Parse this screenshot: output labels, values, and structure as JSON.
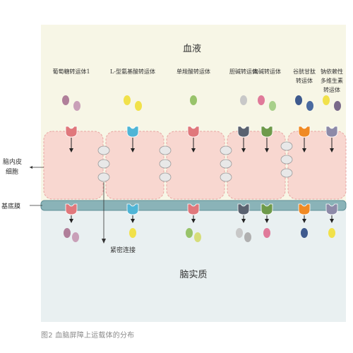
{
  "regions": {
    "blood": "血液",
    "brain": "脑实质"
  },
  "side_labels": {
    "endothelial_line1": "脑内皮",
    "endothelial_line2": "细胞",
    "basement": "基底膜"
  },
  "tight_junction": "紧密连接",
  "caption": "图2 血脑屏障上运载体的分布",
  "transporters": [
    {
      "lines": [
        "葡萄糖转运体1"
      ],
      "color": "#e0787c",
      "top_dots": [
        "#b07f9a",
        "#c9a0b8"
      ],
      "bottom_dots": [
        "#b07f9a",
        "#c9a0b8"
      ]
    },
    {
      "lines": [
        "L-型氨基酸转运体"
      ],
      "color": "#4fb5d6",
      "top_dots": [
        "#f1e14a",
        "#f1e14a"
      ],
      "bottom_dots": [
        "#f1e14a"
      ]
    },
    {
      "lines": [
        "单羧酸转运体"
      ],
      "color": "#e0787c",
      "top_dots": [
        "#98c36a"
      ],
      "bottom_dots": [
        "#98c36a",
        "#d6dd7a"
      ]
    },
    {
      "lines": [
        "胆碱转运体"
      ],
      "color": "#5a6270",
      "top_dots": [
        "#c8c8c8"
      ],
      "bottom_dots": [
        "#c8c8c8",
        "#b0b0b0"
      ]
    },
    {
      "lines": [
        "肉碱转运体"
      ],
      "color": "#6e9a4a",
      "top_dots": [
        "#e07a9a",
        "#a8d08a"
      ],
      "bottom_dots": [
        "#e07a9a"
      ]
    },
    {
      "lines": [
        "谷胱甘肽",
        "转运体"
      ],
      "color": "#f08a24",
      "top_dots": [
        "#3e5a8e",
        "#4a6aa0"
      ],
      "bottom_dots": [
        "#3e5a8e"
      ]
    },
    {
      "lines": [
        "钠依赖性",
        "多维生素",
        "转运体"
      ],
      "color": "#8d8aa8",
      "top_dots": [
        "#f1e14a",
        "#7a6a8a"
      ],
      "bottom_dots": [
        "#f1e14a"
      ]
    }
  ]
}
